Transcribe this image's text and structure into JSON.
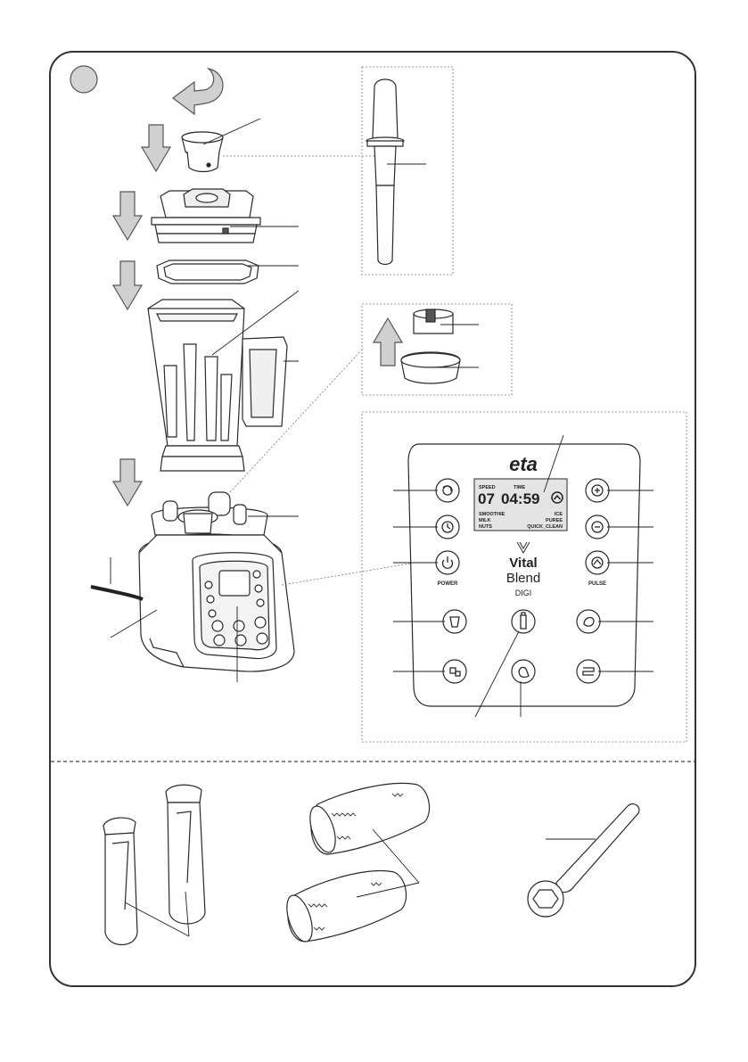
{
  "logo_text": "eta",
  "display": {
    "speed_label": "SPEED",
    "time_label": "TIME",
    "speed_value": "07",
    "time_value": "04:59",
    "program_left": [
      "SMOOTHIE",
      "MILK",
      "NUTS"
    ],
    "program_right": [
      "ICE",
      "PUREE",
      "QUICK_CLEAN"
    ]
  },
  "buttons": {
    "power_label": "POWER",
    "pulse_label": "PULSE"
  },
  "brand_panel": {
    "line1": "Vital",
    "line2": "Blend",
    "line3": "DIGI"
  },
  "colors": {
    "stroke": "#2a2a2a",
    "lcd_bg": "#e4e4e4",
    "arrow_fill": "#d0d0d0",
    "frame": "#333333"
  }
}
